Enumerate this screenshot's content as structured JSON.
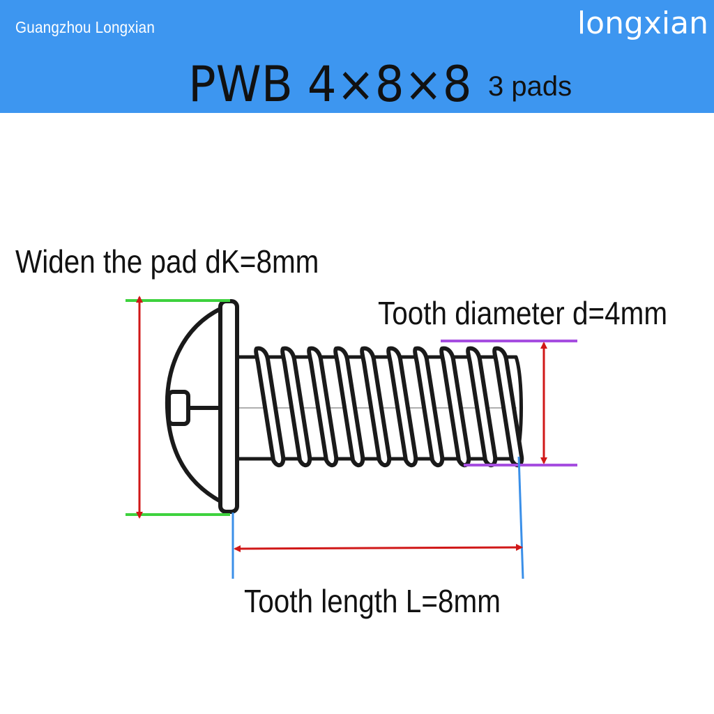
{
  "header": {
    "company": "Guangzhou Longxian",
    "brand": "longxian",
    "title": "PWB 4×8×8",
    "title_suffix": "3 pads",
    "background_color": "#3d96f0"
  },
  "dimensions": {
    "pad_width_label": "Widen the pad dK=8mm",
    "diameter_label": "Tooth diameter d=4mm",
    "length_label": "Tooth length L=8mm"
  },
  "colors": {
    "pad_guide": "#3ed23e",
    "diameter_guide": "#a64ee0",
    "length_guide": "#3a8fe8",
    "dimension_arrow": "#d01818"
  }
}
